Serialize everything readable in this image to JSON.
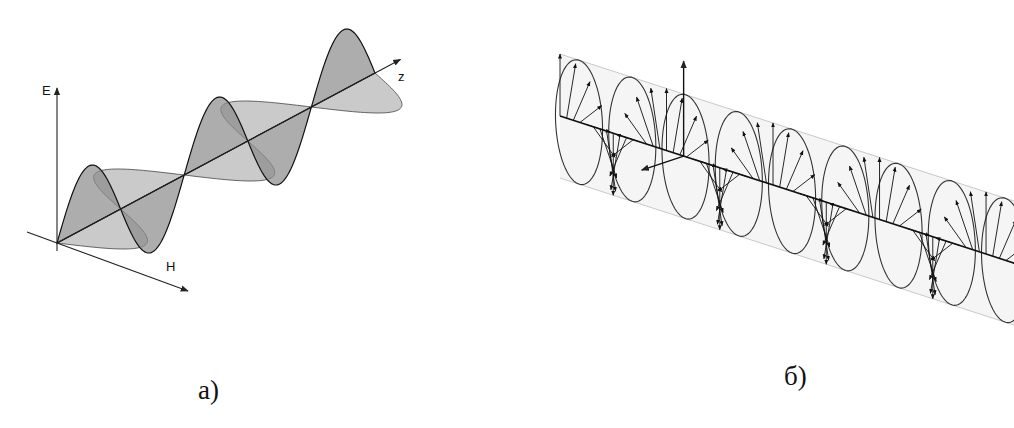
{
  "diagram": {
    "labels": [
      "E",
      "H",
      "z",
      "а)",
      "б)"
    ]
  }
}
